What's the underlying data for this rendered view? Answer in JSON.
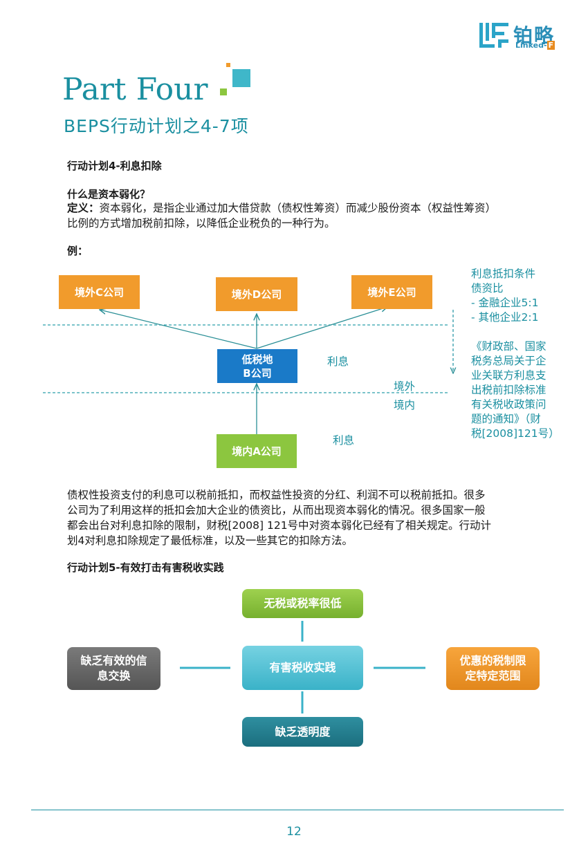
{
  "logo": {
    "cn": "铂略",
    "en_prefix": "Linked-",
    "en_suffix": "F"
  },
  "header": {
    "part_title": "Part Four",
    "sub_title": "BEPS行动计划之4-7项"
  },
  "section4": {
    "heading": "行动计划4-利息扣除",
    "question": "什么是资本弱化？",
    "def_label": "定义：",
    "def_line1": "资本弱化，是指企业通过加大借贷款（债权性筹资）而减少股份资本（权益性筹资）",
    "def_line2": "比例的方式增加税前扣除，以降低企业税负的一种行为。",
    "example_label": "例："
  },
  "diagram1": {
    "company_c": "境外C公司",
    "company_d": "境外D公司",
    "company_e": "境外E公司",
    "company_b_line1": "低税地",
    "company_b_line2": "B公司",
    "company_a": "境内A公司",
    "interest_upper": "利息",
    "interest_lower": "利息",
    "label_abroad": "境外",
    "label_domestic": "境内",
    "conditions": {
      "title": "利息抵扣条件",
      "ratio": "债资比",
      "item1": "-    金融企业5:1",
      "item2": "-    其他企业2:1"
    },
    "reference": [
      "《财政部、国家",
      "税务总局关于企",
      "业关联方利息支",
      "出税前扣除标准",
      "有关税收政策问",
      "题的通知》（财",
      "税[2008]121号）"
    ]
  },
  "paragraph": [
    "债权性投资支付的利息可以税前抵扣，而权益性投资的分红、利润不可以税前抵扣。很多",
    "公司为了利用这样的抵扣会加大企业的债资比，从而出现资本弱化的情况。很多国家一般",
    "都会出台对利息扣除的限制，财税[2008] 121号中对资本弱化已经有了相关规定。行动计",
    "划4对利息扣除规定了最低标准，以及一些其它的扣除方法。"
  ],
  "section5": {
    "heading": "行动计划5-有效打击有害税收实践"
  },
  "diagram2": {
    "center": "有害税收实践",
    "top": "无税或税率很低",
    "bottom": "缺乏透明度",
    "left_line1": "缺乏有效的信",
    "left_line2": "息交换",
    "right_line1": "优惠的税制限",
    "right_line2": "定特定范围"
  },
  "footer": {
    "page_number": "12"
  },
  "colors": {
    "teal": "#1a8fa0",
    "orange": "#f19b2c",
    "blue": "#1a7ac8",
    "green": "#8cc63f"
  }
}
